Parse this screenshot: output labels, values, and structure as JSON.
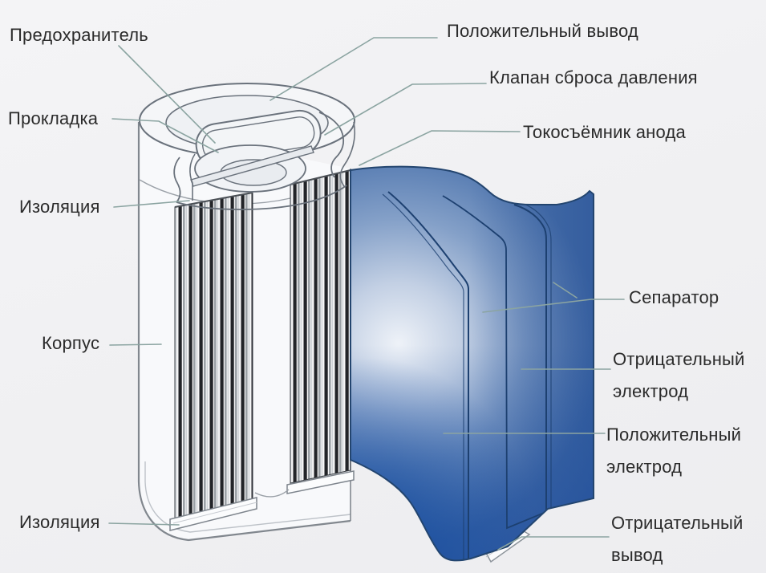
{
  "figure": {
    "labels": {
      "fuse": "Предохранитель",
      "gasket": "Прокладка",
      "insulation_top": "Изоляция",
      "case": "Корпус",
      "insulation_bottom": "Изоляция",
      "positive_terminal": "Положительный вывод",
      "pressure_relief_valve": "Клапан сброса давления",
      "anode_current_collector": "Токосъёмник анода",
      "separator": "Сепаратор",
      "negative_electrode": "Отрицательный электрод",
      "positive_electrode": "Положительный электрод",
      "negative_terminal": "Отрицательный вывод"
    },
    "colors": {
      "background": "#f1f1f3",
      "label_text": "#2b2b2b",
      "leader_line": "#8ba4a1",
      "line_art": "#6a727c",
      "electrode_dark": "#222222",
      "electrode_gray": "#9aa0a5",
      "sheet_outline": "#1d4070",
      "sheet_blue_deep": "#1b4c9a",
      "sheet_blue_mid": "#5b7fb5",
      "sheet_glow": "#edf1f7"
    }
  }
}
